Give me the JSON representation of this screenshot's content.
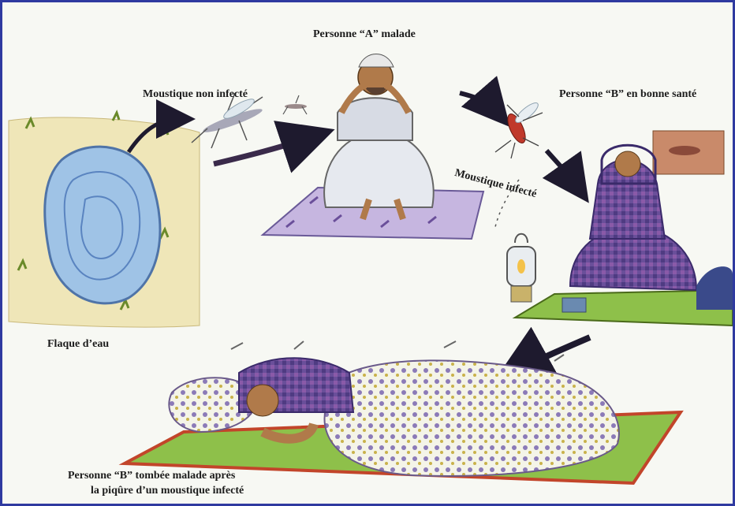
{
  "labels": {
    "person_a": "Personne “A” malade",
    "mosquito_uninfected": "Moustique non infecté",
    "person_b_healthy": "Personne “B” en bonne santé",
    "mosquito_infected": "Moustique infecté",
    "puddle": "Flaque d’eau",
    "person_b_sick_line1": "Personne “B” tombée malade après",
    "person_b_sick_line2": "la piqûre d’un moustique infecté"
  },
  "colors": {
    "frame": "#2f3aa0",
    "arrow": "#1e1a2e",
    "ground": "#efe6b8",
    "water": "#9fc3e6",
    "mat_green": "#8ec04a",
    "mat_purple": "#7f6fb8",
    "mosquito_infected_body": "#c0392b"
  }
}
